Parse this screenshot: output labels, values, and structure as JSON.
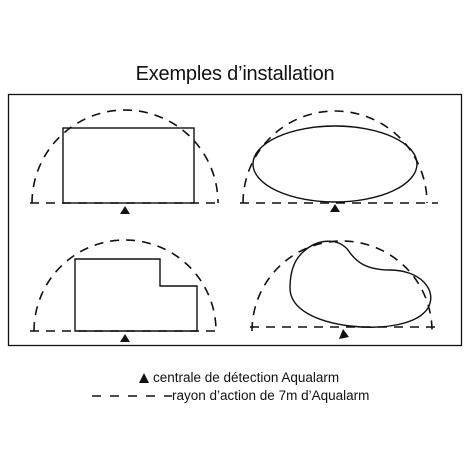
{
  "title": "Exemples d’installation",
  "legend": {
    "detector_label": "centrale de détection Aqualarm",
    "range_label": "rayon d’action de 7m d’Aqualarm"
  },
  "examples": [
    {
      "pool_shape": "rectangle"
    },
    {
      "pool_shape": "oval"
    },
    {
      "pool_shape": "L-shape"
    },
    {
      "pool_shape": "kidney"
    }
  ],
  "colors": {
    "line": "#111111",
    "background": "#ffffff"
  }
}
